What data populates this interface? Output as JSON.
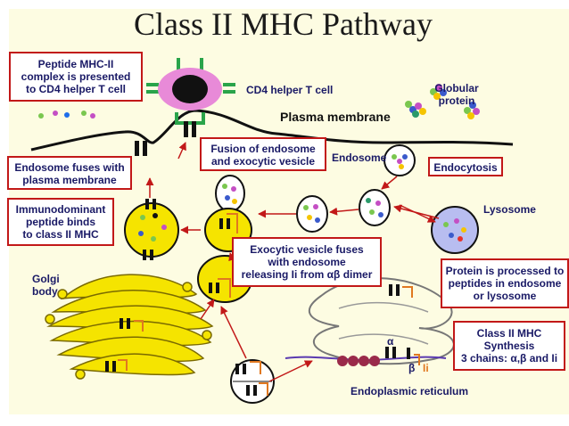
{
  "title": "Class II MHC Pathway",
  "boxes": {
    "presented": [
      "Peptide MHC-II",
      "complex is presented",
      "to CD4 helper T cell"
    ],
    "fuses_membrane": [
      "Endosome fuses with",
      "plasma membrane"
    ],
    "immunodominant": [
      "Immunodominant",
      "peptide binds",
      "to class II MHC"
    ],
    "fusion_endosome": [
      "Fusion of endosome",
      "and exocytic vesicle"
    ],
    "endocytosis": "Endocytosis",
    "exocytic_fuses": [
      "Exocytic vesicle fuses",
      "with endosome",
      "releasing Ii from αβ dimer"
    ],
    "protein_processed": [
      "Protein is processed to",
      "peptides in endosome",
      "or lysosome"
    ],
    "synthesis": [
      "Class II MHC",
      "Synthesis",
      "3 chains: α,β and Ii"
    ]
  },
  "labels": {
    "cd4": "CD4 helper T cell",
    "globular": [
      "Globular",
      "protein"
    ],
    "plasma_membrane": "Plasma membrane",
    "endosome": "Endosome",
    "lysosome": "Lysosome",
    "golgi": [
      "Golgi",
      "body"
    ],
    "er": "Endoplasmic reticulum",
    "alpha": "α",
    "beta": "β",
    "ii": "Ii"
  },
  "colors": {
    "box_border": "#c21818",
    "text": "#1a1a66",
    "background": "#fdfce2",
    "vesicle": "#f5e400",
    "lysosome": "#b8bdf0",
    "mhc": "#111111",
    "invariant_chain": "#e07820"
  }
}
